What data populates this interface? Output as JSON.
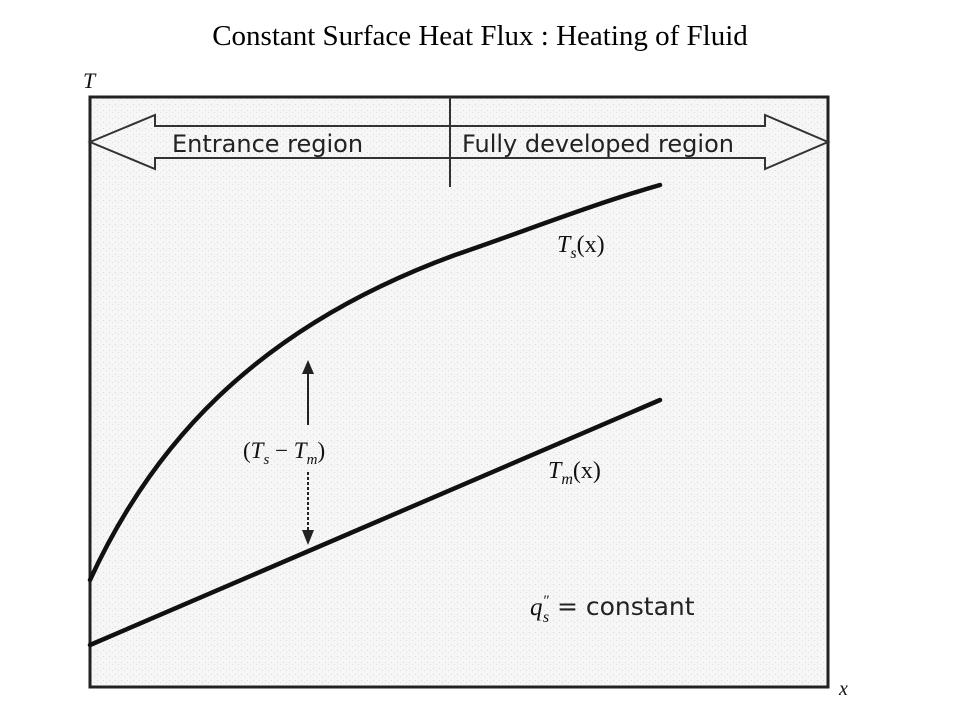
{
  "slide": {
    "title": "Constant Surface Heat Flux : Heating of Fluid"
  },
  "chart_data": {
    "type": "line",
    "xlabel": "x",
    "ylabel": "T",
    "grid": false,
    "regions": [
      {
        "label": "Entrance region"
      },
      {
        "label": "Fully developed region"
      }
    ],
    "series": [
      {
        "name": "T_s(x)",
        "label_base": "T",
        "label_sub": "s",
        "label_arg": "(x)"
      },
      {
        "name": "T_m(x)",
        "label_base": "T",
        "label_sub": "m",
        "label_arg": "(x)"
      }
    ],
    "annotations": {
      "difference": {
        "text": "(Ts − Tm)",
        "open": "(",
        "a": "T",
        "a_sub": "s",
        "minus": " − ",
        "b": "T",
        "b_sub": "m",
        "close": ")"
      },
      "condition": {
        "lhs": "q",
        "lhs_sup": "\"",
        "lhs_sub": "s",
        "rhs": " = constant"
      }
    },
    "colors": {
      "line": "#111111",
      "background": "#ffffff",
      "frame_fill": "#f4f4f4"
    }
  }
}
